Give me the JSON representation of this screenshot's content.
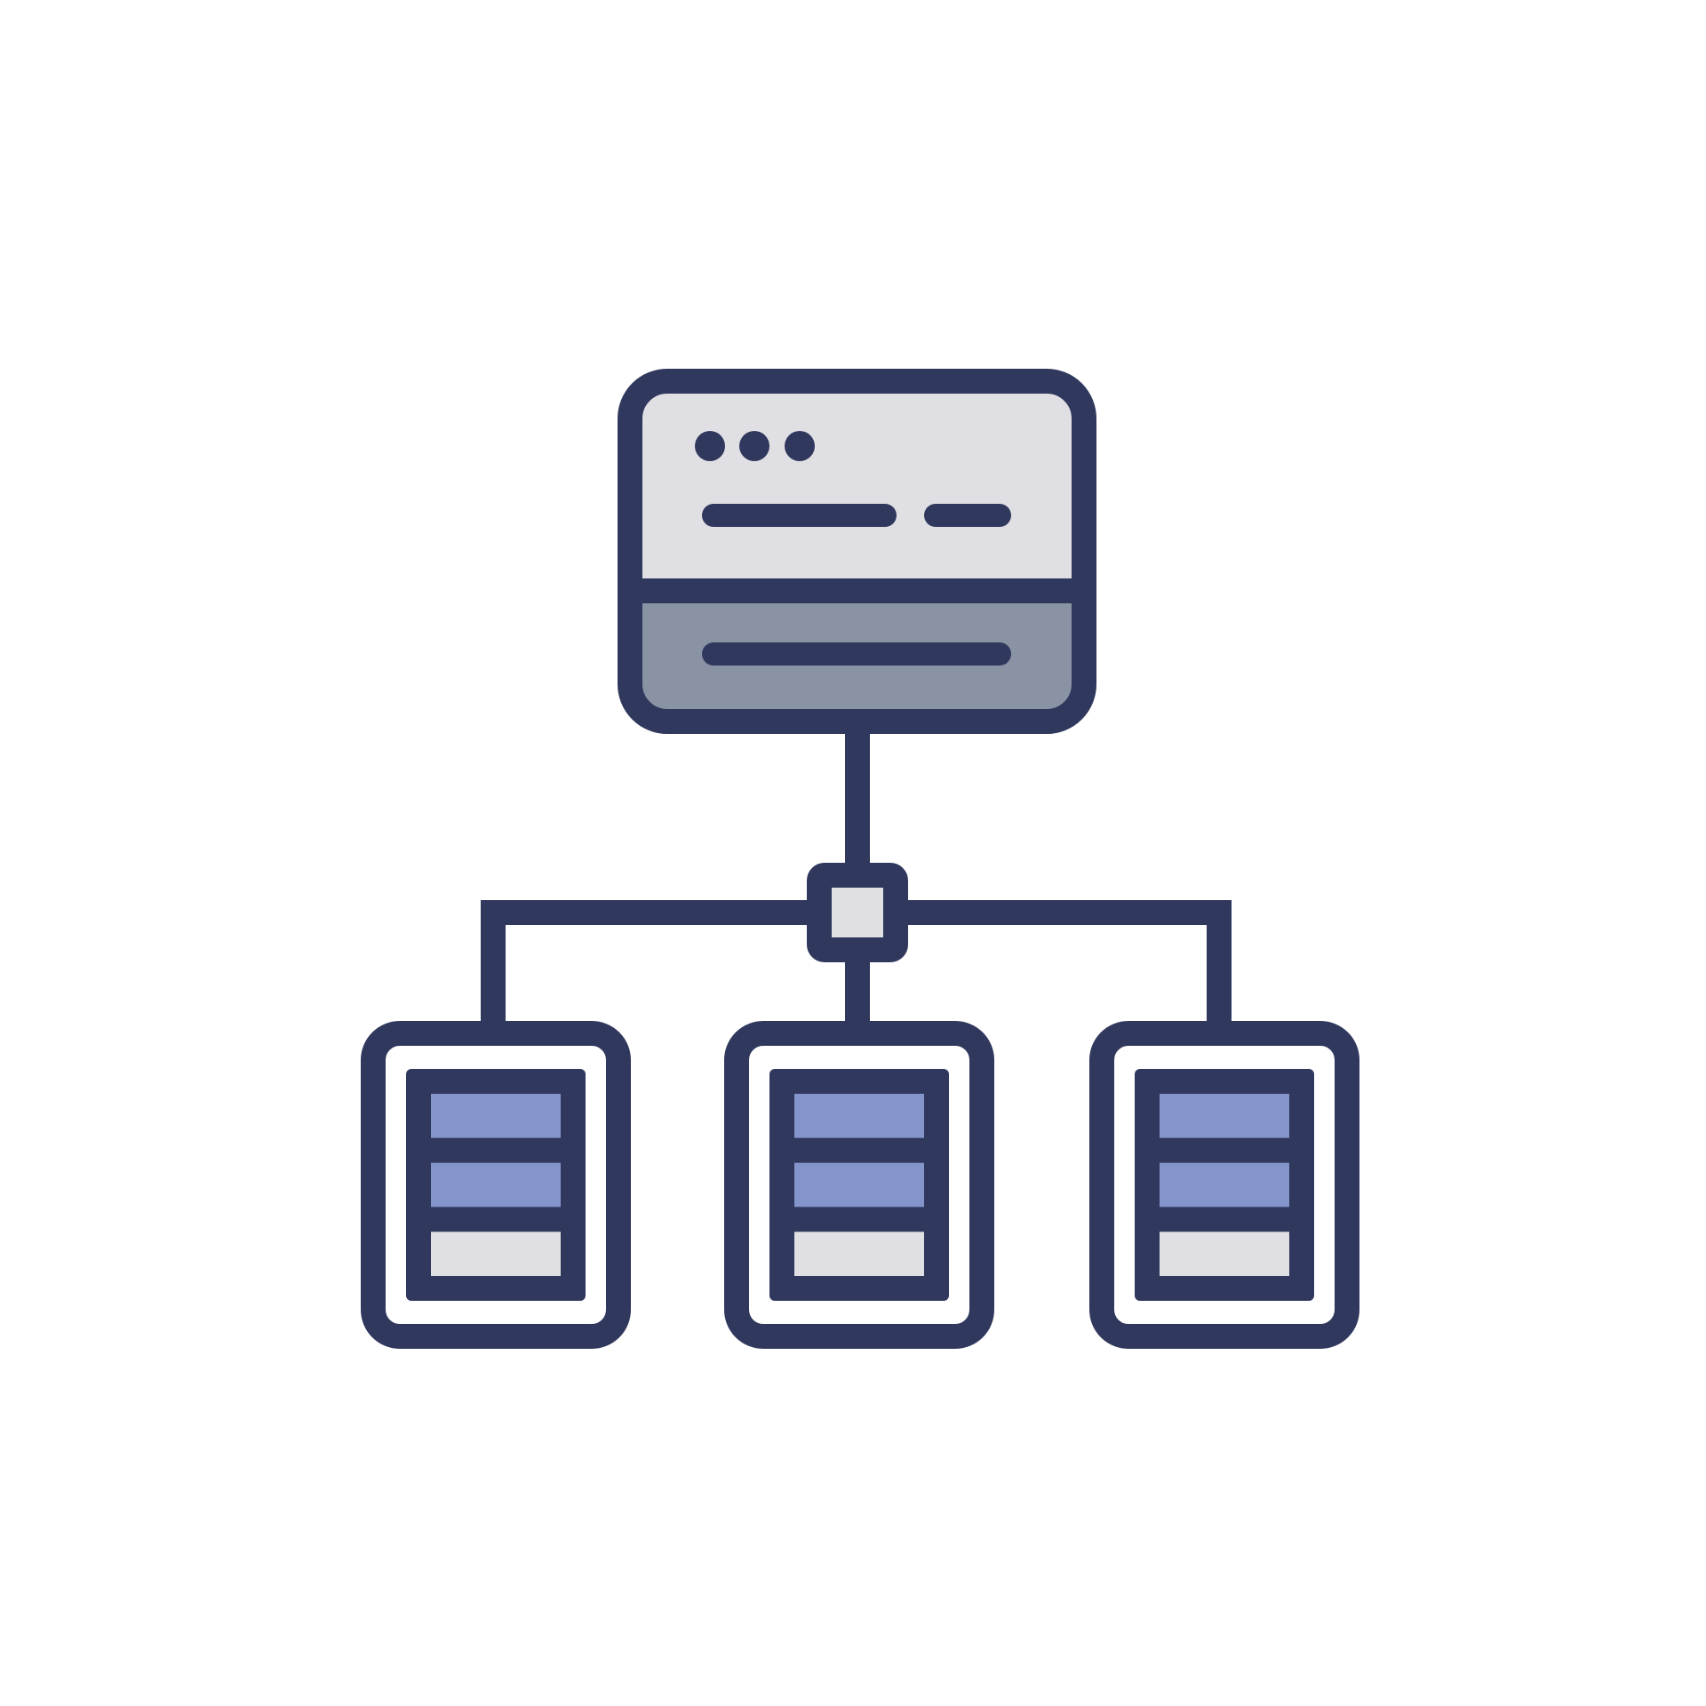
{
  "diagram": {
    "icon": "network-hierarchy-icon",
    "colors": {
      "background": "#ffffff",
      "stroke": "#30385d",
      "panel_light": "#e0e0e4",
      "panel_dark": "#8a93a3",
      "row_accent": "#8495cc",
      "row_muted": "#e0e0e4",
      "child_inner": "#ffffff"
    },
    "root": {
      "icon": "server-window-icon",
      "status_dots": 3,
      "text_lines_top": 2,
      "text_lines_bottom": 1
    },
    "hub": {
      "icon": "network-switch-icon"
    },
    "children": [
      {
        "icon": "database-server-icon",
        "rows": [
          "accent",
          "accent",
          "muted"
        ]
      },
      {
        "icon": "database-server-icon",
        "rows": [
          "accent",
          "accent",
          "muted"
        ]
      },
      {
        "icon": "database-server-icon",
        "rows": [
          "accent",
          "accent",
          "muted"
        ]
      }
    ]
  }
}
